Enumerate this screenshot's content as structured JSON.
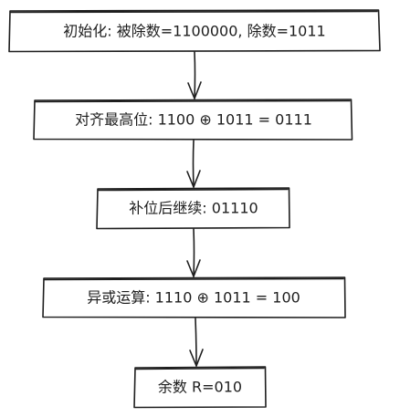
{
  "diagram": {
    "type": "flowchart",
    "direction": "top-to-bottom",
    "stroke_color": "#1e1e1e",
    "fill_color": "#ffffff",
    "steps": [
      {
        "id": "init",
        "label": "初始化: 被除数=1100000, 除数=1011"
      },
      {
        "id": "align",
        "label": "对齐最高位: 1100 ⊕ 1011 = 0111"
      },
      {
        "id": "pad",
        "label": "补位后继续: 01110"
      },
      {
        "id": "xor",
        "label": "异或运算: 1110 ⊕ 1011 = 100"
      },
      {
        "id": "remainder",
        "label": "余数 R=010"
      }
    ],
    "arrows": [
      {
        "from": "init",
        "to": "align"
      },
      {
        "from": "align",
        "to": "pad"
      },
      {
        "from": "pad",
        "to": "xor"
      },
      {
        "from": "xor",
        "to": "remainder"
      }
    ]
  }
}
